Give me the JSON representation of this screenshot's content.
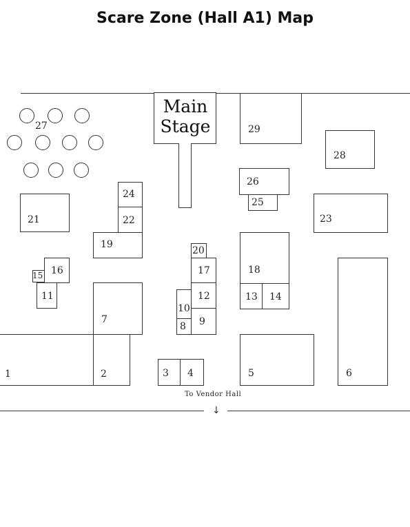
{
  "title": "Scare Zone (Hall A1) Map",
  "main_stage": {
    "line1": "Main",
    "line2": "Stage"
  },
  "exit_label": "To Vendor Hall",
  "exit_icon": "arrow-down-icon",
  "booths": {
    "b1": "1",
    "b2": "2",
    "b3": "3",
    "b4": "4",
    "b5": "5",
    "b6": "6",
    "b7": "7",
    "b8": "8",
    "b9": "9",
    "b10": "10",
    "b11": "11",
    "b12": "12",
    "b13": "13",
    "b14": "14",
    "b15": "15",
    "b16": "16",
    "b17": "17",
    "b18": "18",
    "b19": "19",
    "b20": "20",
    "b21": "21",
    "b22": "22",
    "b23": "23",
    "b24": "24",
    "b25": "25",
    "b26": "26",
    "b27": "27",
    "b28": "28",
    "b29": "29"
  }
}
